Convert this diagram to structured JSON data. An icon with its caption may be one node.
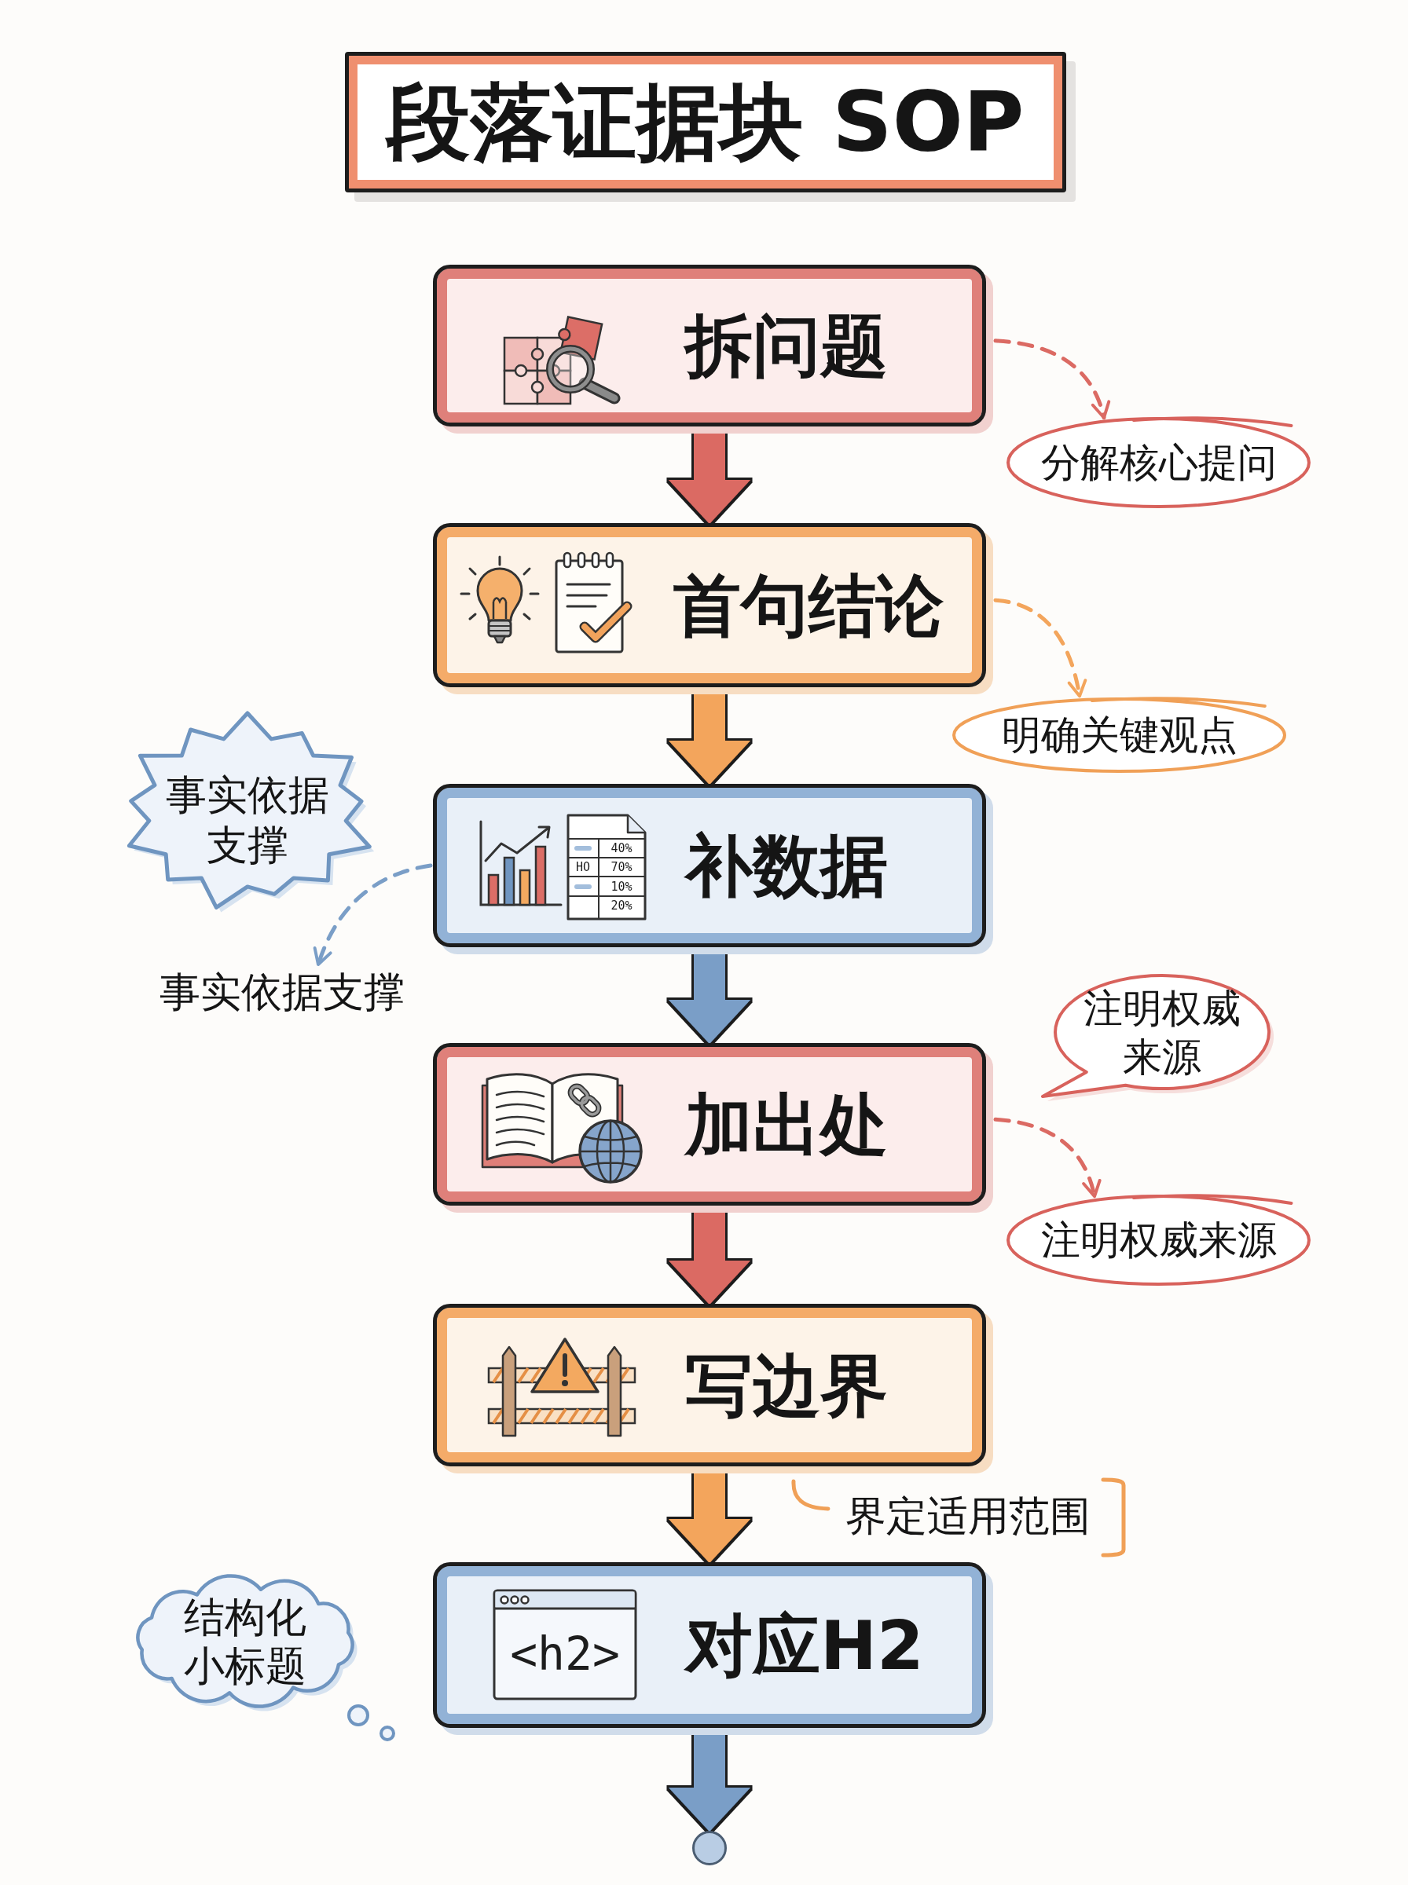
{
  "diagram": {
    "title": "段落证据块 SOP",
    "nodes": [
      {
        "text": [
          "拆问题"
        ]
      },
      {
        "text": [
          "分解核心提问"
        ]
      },
      {
        "text": [
          "首句结论"
        ]
      },
      {
        "text": [
          "明确关键观点"
        ]
      },
      {
        "text": [
          "事实依据支撑"
        ]
      },
      {
        "text": [
          "补数据"
        ]
      },
      {
        "text": [
          "事实依据支撑"
        ]
      },
      {
        "text": [
          "注明权威来源"
        ]
      },
      {
        "text": [
          "加出处"
        ]
      },
      {
        "text": [
          "注明权威来源"
        ]
      },
      {
        "text": [
          "写边界"
        ]
      },
      {
        "text": [
          "界定适用范围"
        ]
      },
      {
        "text": [
          "结构化小标题"
        ]
      },
      {
        "text": [
          "对应H2"
        ]
      },
      {
        "text": [],
        "shape": "circle"
      }
    ],
    "edges": [
      {
        "from": 0,
        "to": 2,
        "arrow": "to",
        "color": "#db6a63"
      },
      {
        "from": 2,
        "to": 5,
        "arrow": "to",
        "color": "#f3a55c"
      },
      {
        "from": 5,
        "to": 8,
        "arrow": "to",
        "color": "#7a9ec7"
      },
      {
        "from": 8,
        "to": 10,
        "arrow": "to",
        "color": "#db6a63"
      },
      {
        "from": 10,
        "to": 13,
        "arrow": "to",
        "color": "#f3a55c"
      },
      {
        "from": 13,
        "to": 14,
        "arrow": "to",
        "color": "#7a9ec7"
      },
      {
        "from": 0,
        "to": 1,
        "arrow": "to",
        "style": "dashed",
        "color": "#db6a63"
      },
      {
        "from": 2,
        "to": 3,
        "arrow": "to",
        "style": "dashed",
        "color": "#f3a55c"
      },
      {
        "from": 5,
        "to": 6,
        "arrow": "to",
        "style": "dashed",
        "color": "#7a9ec7"
      },
      {
        "from": 8,
        "to": 9,
        "arrow": "to",
        "style": "dashed",
        "color": "#db6a63"
      }
    ],
    "labels": [
      "40%",
      "HO",
      "70%",
      "10%",
      "20%",
      "<h2>"
    ]
  }
}
